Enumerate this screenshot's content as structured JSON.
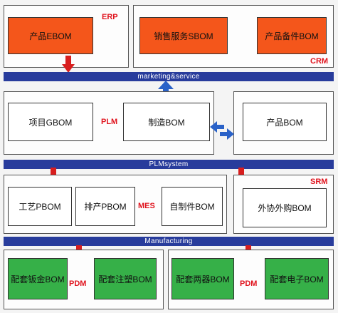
{
  "top": {
    "erp_label": "ERP",
    "crm_label": "CRM",
    "ebom": "产品EBOM",
    "sales_sbom": "销售服务SBOM",
    "parts_bom": "产品备件BOM"
  },
  "bars": {
    "marketing": "marketing&service",
    "plm_system": "PLMsystem",
    "manufacturing": "Manufacturing"
  },
  "plm_row": {
    "plm_label": "PLM",
    "gbom": "项目GBOM",
    "mfg_bom": "制造BOM",
    "product_bom": "产品BOM"
  },
  "mes_row": {
    "mes_label": "MES",
    "srm_label": "SRM",
    "pbom_process": "工艺PBOM",
    "pbom_schedule": "排产PBOM",
    "self_made_bom": "自制件BOM",
    "outsource_bom": "外协外购BOM"
  },
  "pdm_row": {
    "pdm_label_1": "PDM",
    "pdm_label_2": "PDM",
    "sheet_metal_bom": "配套钣金BOM",
    "plastic_bom": "配套注塑BOM",
    "appliance_bom": "配套两器BOM",
    "electronic_bom": "配套电子BOM"
  },
  "colors": {
    "orange": "#f4561b",
    "green": "#36b048",
    "bar_blue": "#283c9c",
    "label_red": "#e0141e",
    "arrow_blue": "#2a62c8"
  }
}
